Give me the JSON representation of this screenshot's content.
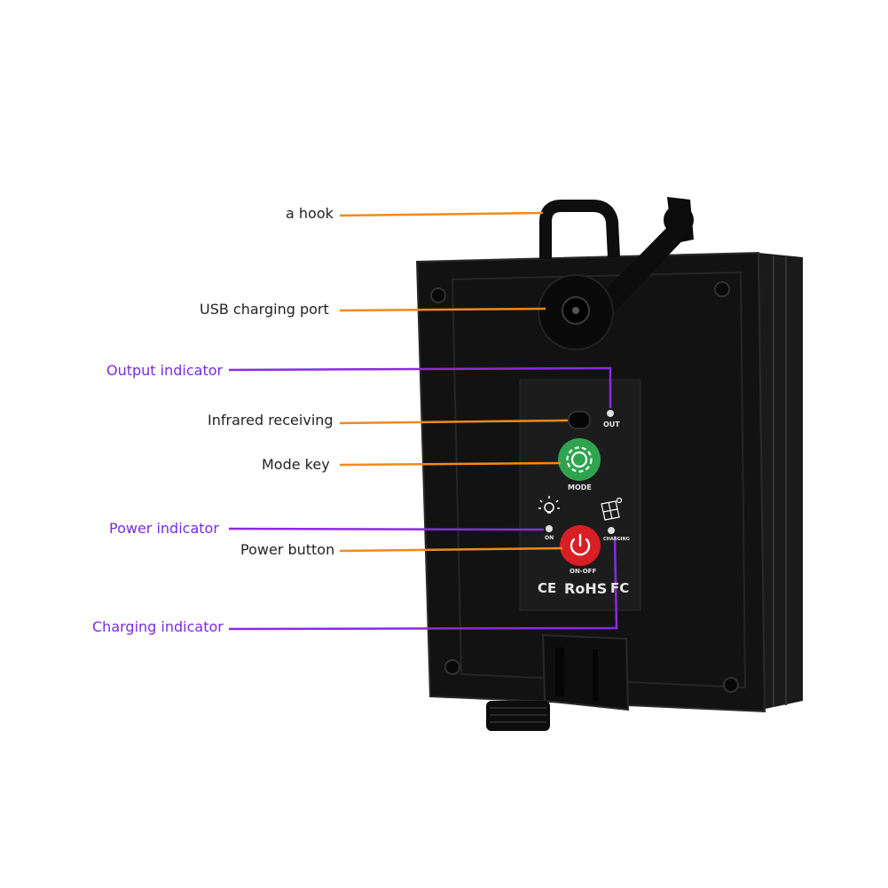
{
  "colors": {
    "orange_leader": "#f08a1c",
    "purple_leader": "#8a2be2",
    "purple_text": "#7a2be0",
    "device_body": "#121212",
    "device_edge": "#2a2a2a",
    "panel": "#1c1c1c",
    "mode_green": "#2fa44f",
    "power_red": "#d81f26"
  },
  "callouts": {
    "hook": "a hook",
    "usb": "USB charging port",
    "output_indicator": "Output indicator",
    "infrared": "Infrared receiving",
    "mode_key": "Mode key",
    "power_indicator": "Power indicator",
    "power_button": "Power button",
    "charging_indicator": "Charging indicator"
  },
  "panel": {
    "out_label": "OUT",
    "mode_label": "MODE",
    "on_label": "ON",
    "charging_label": "CHARGING",
    "onoff_label": "ON-OFF",
    "cert_ce": "CE",
    "cert_rohs": "RoHS",
    "cert_fc": "FC"
  },
  "icons": [
    "gear-icon",
    "power-icon",
    "bulb-icon",
    "solar-panel-icon"
  ]
}
